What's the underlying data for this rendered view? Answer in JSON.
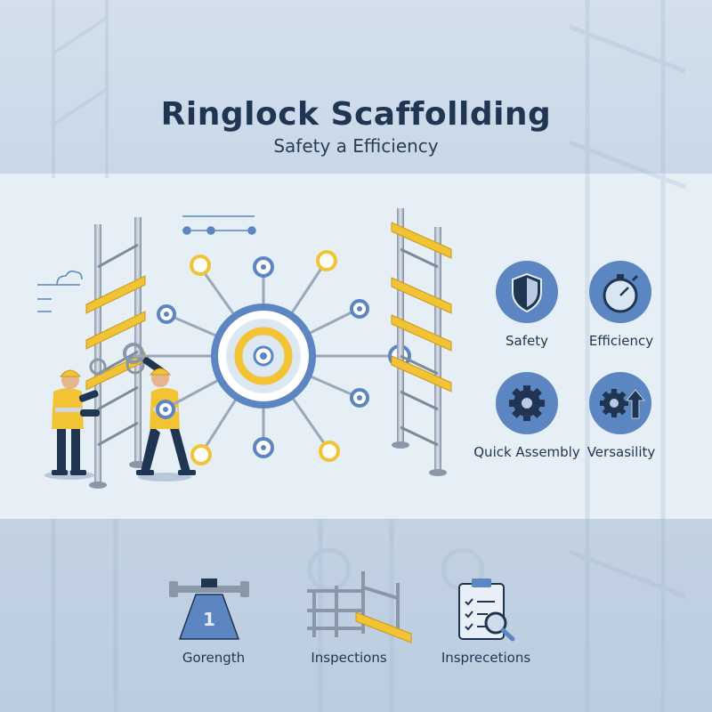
{
  "header": {
    "title": "Ringlock Scaffollding",
    "subtitle": "Safety a Efficiency"
  },
  "features": [
    {
      "label": "Safety",
      "icon": "shield-icon"
    },
    {
      "label": "Efficiency",
      "icon": "stopwatch-icon"
    },
    {
      "label": "Quick Assembly",
      "icon": "gear-icon"
    },
    {
      "label": "Versasility",
      "icon": "gear-arrow-icon"
    }
  ],
  "bottom_items": [
    {
      "label": "Gorength",
      "icon": "weight-icon",
      "badge": "1"
    },
    {
      "label": "Inspections",
      "icon": "scaffold-frame-icon"
    },
    {
      "label": "Insprecetions",
      "icon": "clipboard-magnifier-icon"
    }
  ],
  "colors": {
    "navy": "#1f3552",
    "accent_blue": "#5b86c2",
    "yellow": "#f2c335",
    "band": "#e6eef6",
    "background": "#c9d7e6"
  }
}
